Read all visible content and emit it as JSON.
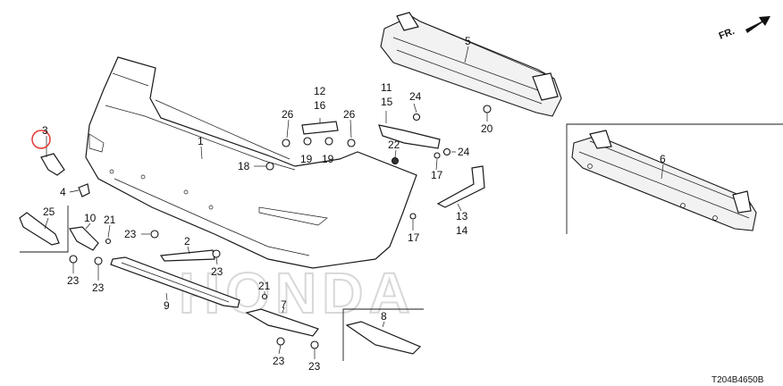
{
  "diagram": {
    "direction_label": "FR.",
    "watermark": "HONDA",
    "diagram_code": "T204B4650B",
    "callouts": {
      "c1": "1",
      "c2": "2",
      "c3": "3",
      "c4": "4",
      "c5": "5",
      "c6": "6",
      "c7": "7",
      "c8": "8",
      "c9": "9",
      "c10": "10",
      "c11": "11",
      "c15": "15",
      "c12": "12",
      "c16": "16",
      "c13": "13",
      "c14": "14",
      "c17a": "17",
      "c17b": "17",
      "c18": "18",
      "c19a": "19",
      "c19b": "19",
      "c20": "20",
      "c21a": "21",
      "c21b": "21",
      "c22": "22",
      "c23a": "23",
      "c23b": "23",
      "c23c": "23",
      "c23d": "23",
      "c23e": "23",
      "c23f": "23",
      "c24a": "24",
      "c24b": "24",
      "c25": "25",
      "c26a": "26",
      "c26b": "26"
    },
    "highlight_callout": "3",
    "highlight_color": "#e53935"
  }
}
